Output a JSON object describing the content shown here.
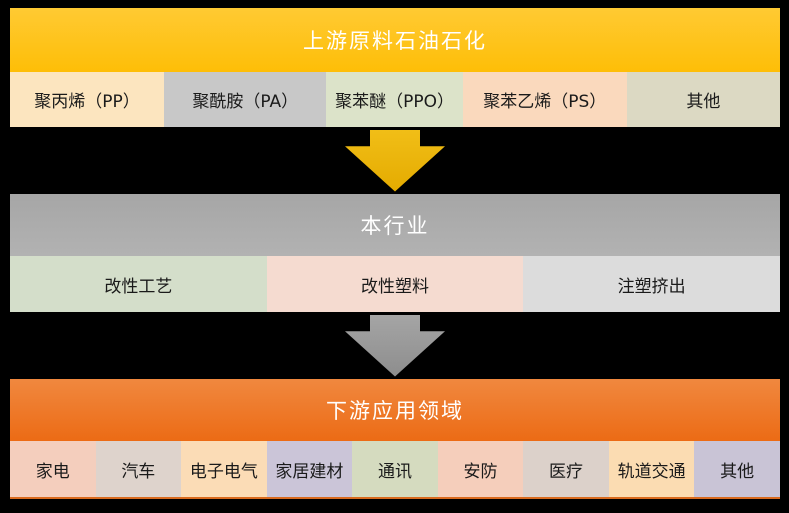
{
  "canvas": {
    "background": "#000000"
  },
  "upstream": {
    "header": {
      "label": "上游原料石油石化",
      "bg_top": "#FFCA33",
      "bg_bottom": "#FEBE07",
      "text_color": "#FFFFFF"
    },
    "cells": [
      {
        "label": "聚丙烯（PP）",
        "bg": "#FCE5BF"
      },
      {
        "label": "聚酰胺（PA）",
        "bg": "#C8C8C8"
      },
      {
        "label": "聚苯醚（PPO）",
        "bg": "#DCE3C9"
      },
      {
        "label": "聚苯乙烯（PS）",
        "bg": "#FAD9BD"
      },
      {
        "label": "其他",
        "bg": "#DCD9C3"
      }
    ]
  },
  "company": {
    "header": {
      "label": "本行业",
      "bg_top": "#A6A6A6",
      "bg_bottom": "#B2B2B2",
      "text_color": "#FFFFFF"
    },
    "cells": [
      {
        "label": "改性工艺",
        "bg": "#D4DECA"
      },
      {
        "label": "改性塑料",
        "bg": "#F5DBD0"
      },
      {
        "label": "注塑挤出",
        "bg": "#DCDCDC"
      }
    ]
  },
  "downstream": {
    "header": {
      "label": "下游应用领域",
      "bg_top": "#F0883F",
      "bg_bottom": "#EC6B15",
      "text_color": "#FFFFFF"
    },
    "cells": [
      {
        "label": "家电",
        "bg": "#F4CEBD"
      },
      {
        "label": "汽车",
        "bg": "#DED3CC"
      },
      {
        "label": "电子电气",
        "bg": "#FBDCB6"
      },
      {
        "label": "家居建材",
        "bg": "#CBC5D8"
      },
      {
        "label": "通讯",
        "bg": "#D5DBBF"
      },
      {
        "label": "安防",
        "bg": "#F5CEBB"
      },
      {
        "label": "医疗",
        "bg": "#DCD1CA"
      },
      {
        "label": "轨道交通",
        "bg": "#FBDCB2"
      },
      {
        "label": "其他",
        "bg": "#C9C4D6"
      }
    ]
  },
  "arrows": {
    "upstream_to_company": {
      "direction": "down",
      "color_top": "#F1BE17",
      "color_bottom": "#E4AB00"
    },
    "company_to_downstream": {
      "direction": "down",
      "color_top": "#A5A5A5",
      "color_bottom": "#8D8D8D"
    }
  }
}
